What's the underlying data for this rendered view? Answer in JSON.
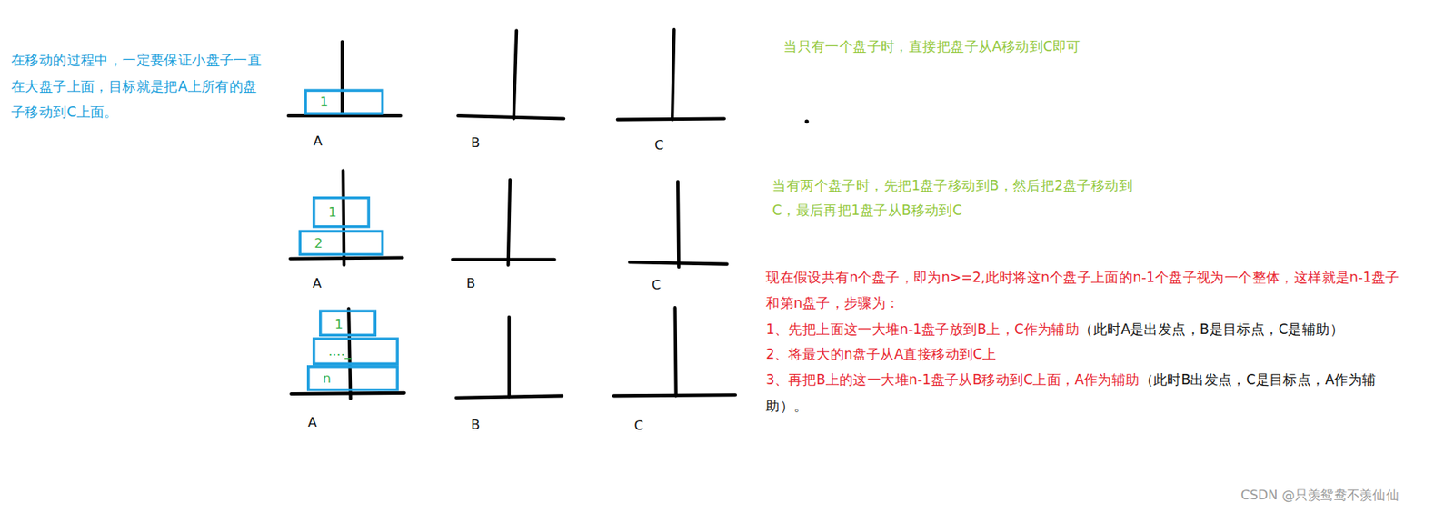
{
  "diagram": {
    "nodes": [
      {
        "text": [
          "1"
        ]
      },
      {
        "text": [
          "1"
        ]
      },
      {
        "text": [
          "2"
        ]
      },
      {
        "text": [
          "1"
        ]
      },
      {
        "text": [
          "...._"
        ]
      },
      {
        "text": [
          "n"
        ]
      }
    ],
    "labels": [
      "在移动的过程中，一定要保证小盘子一直在大盘子上面，目标就是把A上所有的盘子移动到C上面。",
      "A",
      "B",
      "C",
      "当只有一个盘子时，直接把盘子从A移动到C即可",
      "A",
      "B",
      "C",
      "当有两个盘子时，先把1盘子移动到B，然后把2盘子移动到C，最后再把1盘子从B移动到C",
      "A",
      "B",
      "C",
      "现在假设共有n个盘子，即为n>=2,此时将这n个盘子上面的n-1个盘子视为一个整体，这样就是n-1盘子和第n盘子，步骤为：",
      "1、先把上面这一大堆n-1盘子放到B上，C作为辅助",
      "（此时A是出发点，B是目标点，C是辅助）",
      "2、将最大的n盘子从A直接移动到C上",
      "3、再把B上的这一大堆n-1盘子从B移动到C上面，A作为辅助",
      "（此时B出发点，C是目标点，A作为辅助）。",
      "CSDN @只羡鸳鸯不羡仙仙"
    ]
  }
}
